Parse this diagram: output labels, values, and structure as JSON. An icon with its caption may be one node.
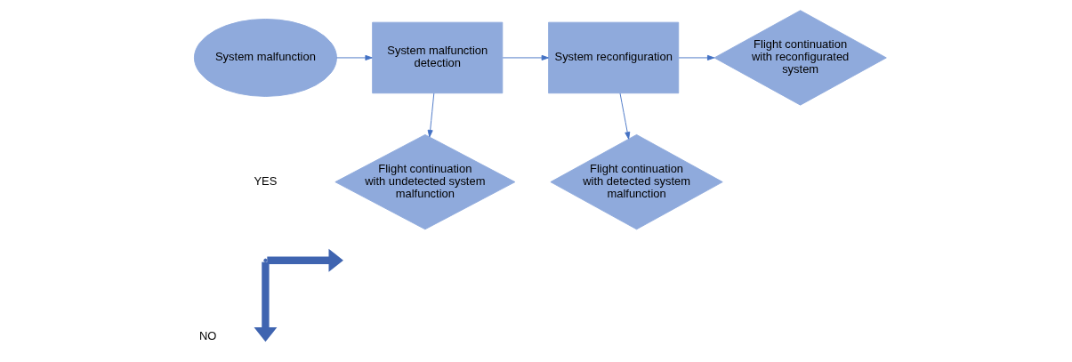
{
  "diagram": {
    "nodes": [
      {
        "text": [
          "System malfunction"
        ]
      },
      {
        "text": [
          "System malfunction detection"
        ]
      },
      {
        "text": [
          "System reconfiguration"
        ]
      },
      {
        "text": [
          "Flight continuation with reconfigurated system"
        ]
      },
      {
        "text": [
          "Flight continuation with undetected system malfunction"
        ]
      },
      {
        "text": [
          "Flight continuation with detected system malfunction"
        ]
      }
    ],
    "edges": [
      {
        "from": 0,
        "to": 1,
        "arrow": "to"
      },
      {
        "from": 1,
        "to": 2,
        "arrow": "to"
      },
      {
        "from": 2,
        "to": 3,
        "arrow": "to"
      },
      {
        "from": 1,
        "to": 4,
        "arrow": "to"
      },
      {
        "from": 2,
        "to": 5,
        "arrow": "to"
      }
    ],
    "legend": [
      {
        "text": "YES"
      },
      {
        "text": "NO"
      }
    ]
  }
}
